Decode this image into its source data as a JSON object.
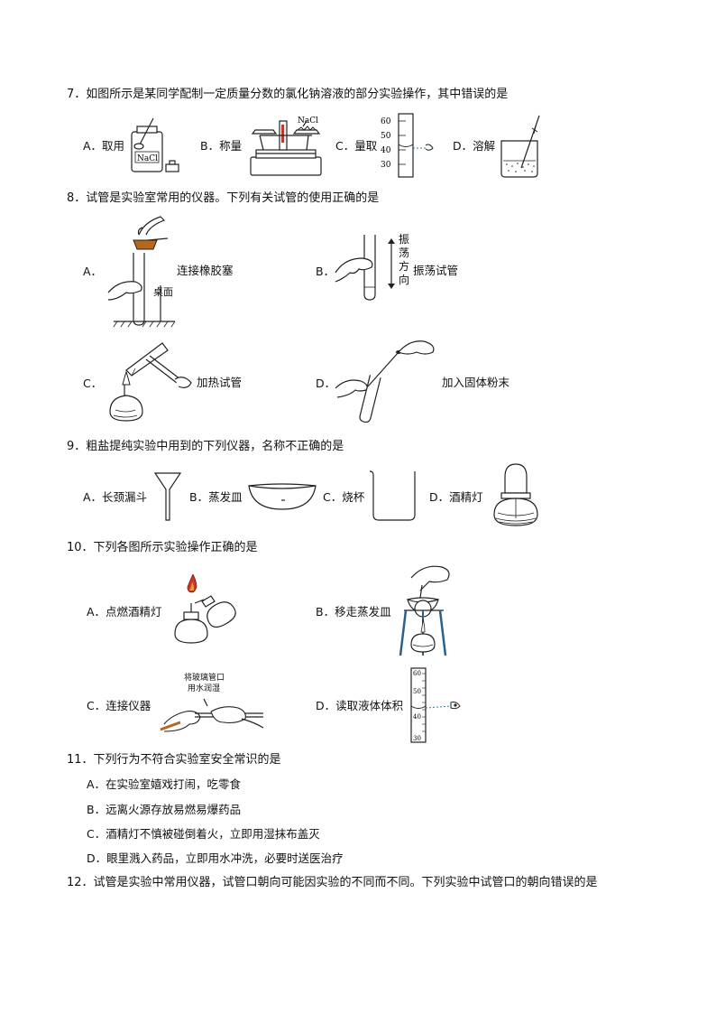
{
  "q7": {
    "stem": "7．如图所示是某同学配制一定质量分数的氯化钠溶液的部分实验操作，其中错误的是",
    "options": [
      "A．取用",
      "B．称量",
      "C．量取",
      "D．溶解"
    ],
    "fig_labels": {
      "nacl_bottle": "NaCl",
      "nacl_paper": "NaCl",
      "cyl_60": "60",
      "cyl_50": "50",
      "cyl_40": "40",
      "cyl_30": "30"
    }
  },
  "q8": {
    "stem": "8．试管是实验室常用的仪器。下列有关试管的使用正确的是",
    "options": {
      "a": "A．",
      "a_text": "连接橡胶塞",
      "a_desk": "桌面",
      "b": "B．",
      "b_text": "振荡试管",
      "b_dir": [
        "振",
        "荡",
        "方",
        "向"
      ],
      "c": "C．",
      "c_text": "加热试管",
      "d": "D．",
      "d_text": "加入固体粉末"
    }
  },
  "q9": {
    "stem": "9．粗盐提纯实验中用到的下列仪器，名称不正确的是",
    "options": [
      "A．长颈漏斗",
      "B．蒸发皿",
      "C．烧杯",
      "D．酒精灯"
    ]
  },
  "q10": {
    "stem": "10．下列各图所示实验操作正确的是",
    "options": [
      "A．点燃酒精灯",
      "B．移走蒸发皿",
      "C．连接仪器",
      "D．读取液体体积"
    ],
    "fig_labels": {
      "wet_line1": "将玻璃管口",
      "wet_line2": "用水润湿",
      "cyl_60": "60",
      "cyl_50": "50",
      "cyl_40": "40",
      "cyl_30": "30"
    }
  },
  "q11": {
    "stem": "11．下列行为不符合实验室安全常识的是",
    "options": [
      "A．在实验室嬉戏打闹，吃零食",
      "B．远离火源存放易燃易爆药品",
      "C．酒精灯不慎被碰倒着火，立即用湿抹布盖灭",
      "D．眼里溅入药品，立即用水冲洗，必要时送医治疗"
    ]
  },
  "q12": {
    "stem": "12．试管是实验中常用仪器，试管口朝向可能因实验的不同而不同。下列实验中试管口的朝向错误的是"
  },
  "colors": {
    "flame": "#c0392b",
    "liquid": "#6aa6c8",
    "burner_blue": "#2c5f8a"
  }
}
